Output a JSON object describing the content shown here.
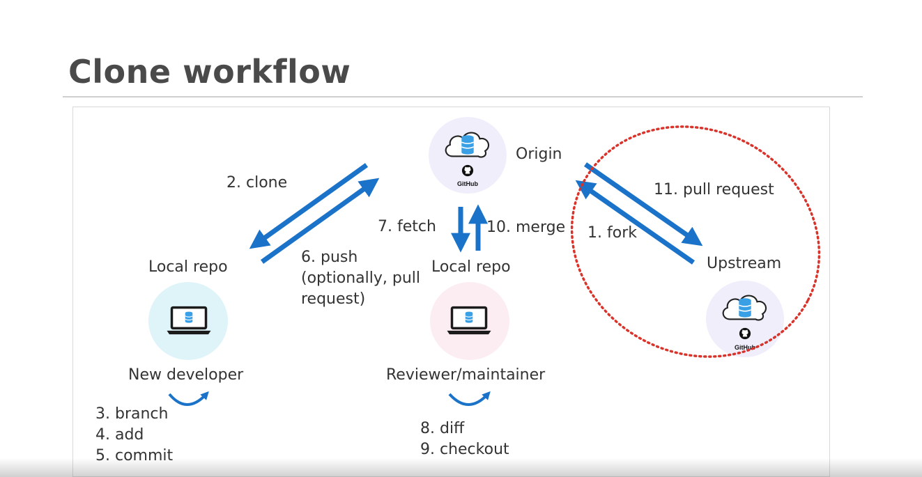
{
  "slide": {
    "title": "Clone workflow"
  },
  "nodes": {
    "origin": {
      "label": "Origin",
      "badge": "GitHub"
    },
    "upstream": {
      "label": "Upstream",
      "badge": "GitHub"
    },
    "local_repo_dev": {
      "label": "Local repo"
    },
    "local_repo_reviewer": {
      "label": "Local repo"
    },
    "new_developer": {
      "label": "New developer"
    },
    "reviewer": {
      "label": "Reviewer/maintainer"
    }
  },
  "steps": {
    "clone": "2. clone",
    "push_line1": "6. push",
    "push_line2": "(optionally, pull",
    "push_line3": "request)",
    "fetch": "7. fetch",
    "merge": "10. merge",
    "pull_request": "11. pull request",
    "fork": "1. fork",
    "branch": "3. branch",
    "add": "4. add",
    "commit": "5. commit",
    "diff": "8. diff",
    "checkout": "9. checkout"
  },
  "colors": {
    "arrow": "#1a73c8",
    "highlight_ring": "#d9342b",
    "origin_bg": "#f1eefb",
    "dev_bg": "#dff4f8",
    "reviewer_bg": "#fcedf2",
    "database": "#3aa0e6"
  }
}
